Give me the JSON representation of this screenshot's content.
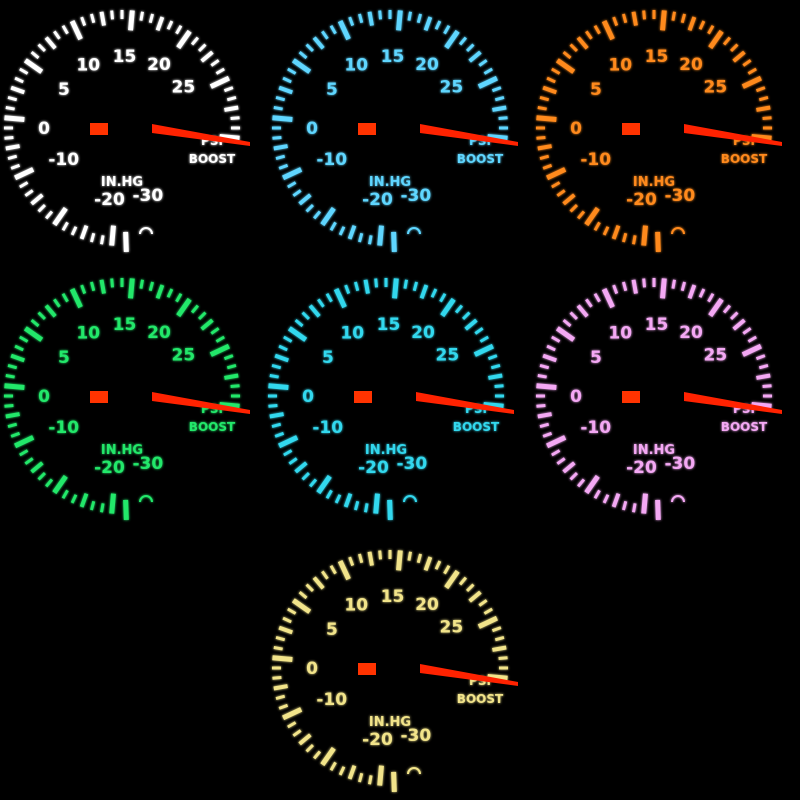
{
  "gauges": [
    {
      "color": "#ffffff",
      "glow": "#ffffff"
    },
    {
      "color": "#5fd6ff",
      "glow": "#4fc8ff"
    },
    {
      "color": "#ff8a1e",
      "glow": "#ff7a00"
    },
    {
      "color": "#22e86a",
      "glow": "#1fd860"
    },
    {
      "color": "#33d8ee",
      "glow": "#22ccee"
    },
    {
      "color": "#f4a8f4",
      "glow": "#ee99ee"
    },
    {
      "color": "#f2e48a",
      "glow": "#f0dd70"
    }
  ],
  "labels": {
    "scale": [
      "-30",
      "-20",
      "-10",
      "0",
      "5",
      "10",
      "15",
      "20",
      "25"
    ],
    "vacuum_unit": "IN.HG",
    "boost_unit": "BOOST",
    "psi_unit": "PSI"
  },
  "needle": {
    "reading_psi": 30
  },
  "colors": {
    "needle": "#ff2200",
    "pivot": "#ff3300"
  }
}
